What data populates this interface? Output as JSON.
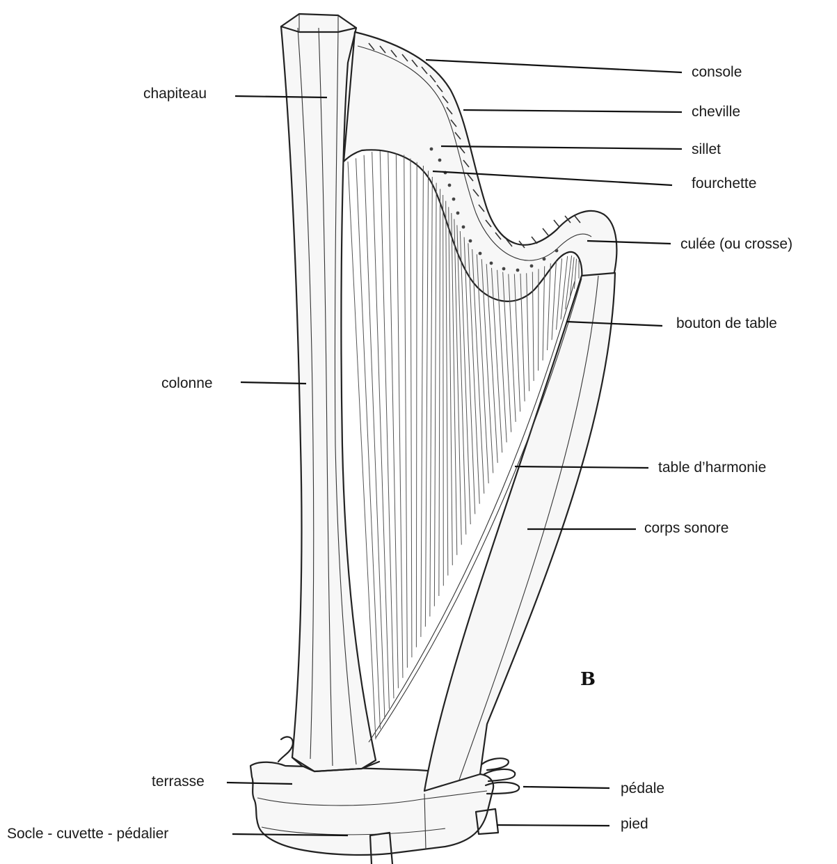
{
  "diagram": {
    "labels": {
      "console": "console",
      "cheville": "cheville",
      "sillet": "sillet",
      "fourchette": "fourchette",
      "culee": "culée (ou crosse)",
      "bouton": "bouton de table",
      "table_harmonie": "table d’harmonie",
      "corps_sonore": "corps sonore",
      "pedale": "pédale",
      "pied": "pied",
      "chapiteau": "chapiteau",
      "colonne": "colonne",
      "terrasse": "terrasse",
      "socle": "Socle - cuvette - pédalier"
    },
    "signature_mark": "B"
  }
}
